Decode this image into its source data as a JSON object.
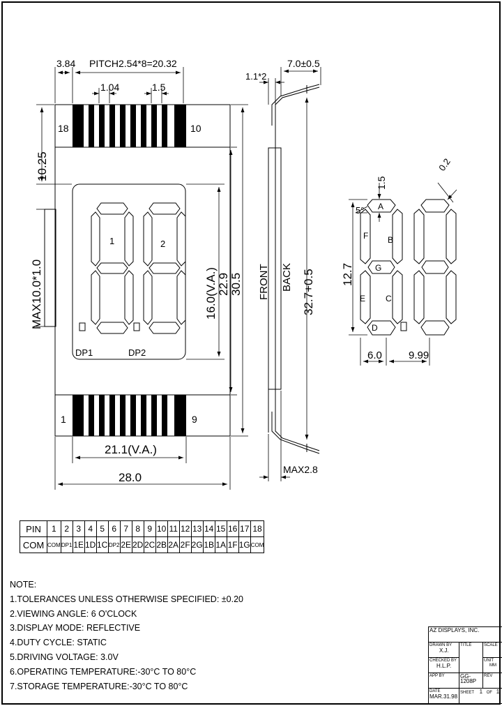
{
  "dims": {
    "d384": "3.84",
    "pitch": "PITCH2.54*8=20.32",
    "d104": "1.04",
    "d15": "1.5",
    "d1025": "10.25",
    "max10": "MAX10.0*1.0",
    "d160va": "16.0(V.A.)",
    "d229": "22.9",
    "d305": "30.5",
    "d211va": "21.1(V.A.)",
    "d280": "28.0",
    "d112": "1.1*2",
    "d705": "7.0±0.5",
    "front": "FRONT",
    "back": "BACK",
    "d327": "32.7+0.5",
    "max28": "MAX2.8",
    "r15": "1.5",
    "r02": "0.2",
    "r5deg": "5°",
    "r127": "12.7",
    "r60": "6.0",
    "r999": "9.99"
  },
  "pins": {
    "p18": "18",
    "p10": "10",
    "p1": "1",
    "p9": "9"
  },
  "digits": {
    "d1": "1",
    "d2": "2",
    "dp1": "DP1",
    "dp2": "DP2"
  },
  "segments": {
    "A": "A",
    "B": "B",
    "C": "C",
    "D": "D",
    "E": "E",
    "F": "F",
    "G": "G"
  },
  "pin_table": {
    "row1_header": "PIN",
    "row2_header": "COM",
    "pins": [
      "1",
      "2",
      "3",
      "4",
      "5",
      "6",
      "7",
      "8",
      "9",
      "10",
      "11",
      "12",
      "13",
      "14",
      "15",
      "16",
      "17",
      "18"
    ],
    "functions": [
      "COM",
      "DP1",
      "1E",
      "1D",
      "1C",
      "DP2",
      "2E",
      "2D",
      "2C",
      "2B",
      "2A",
      "2F",
      "2G",
      "1B",
      "1A",
      "1F",
      "1G",
      "COM"
    ]
  },
  "notes": {
    "title": "NOTE:",
    "lines": [
      "1.TOLERANCES UNLESS OTHERWISE SPECIFIED:   ±0.20",
      "2.VIEWING ANGLE:   6 O'CLOCK",
      "3.DISPLAY MODE:    REFLECTIVE",
      "4.DUTY CYCLE:   STATIC",
      "5.DRIVING VOLTAGE:    3.0V",
      "6.OPERATING TEMPERATURE:-30°C TO 80°C",
      "7.STORAGE TEMPERATURE:-30°C TO 80°C"
    ]
  },
  "title_block": {
    "company": "AZ DISPLAYS, INC.",
    "drawn_by_label": "DRAWN BY",
    "drawn_by": "X.J.",
    "title_label": "TITLE",
    "scale_label": "SCALE",
    "checked_by_label": "CHECKED BY",
    "checked_by": "H.L.P.",
    "unit_label": "UNIT",
    "unit": "MM",
    "approved_label": "APP BY",
    "part_no": "GG-1208P",
    "rev_label": "REV",
    "date_label": "DATE",
    "date": "MAR.31.98",
    "sheet_label": "SHEET",
    "sheet": "1",
    "of_label": "OF",
    "sheets": "1"
  }
}
